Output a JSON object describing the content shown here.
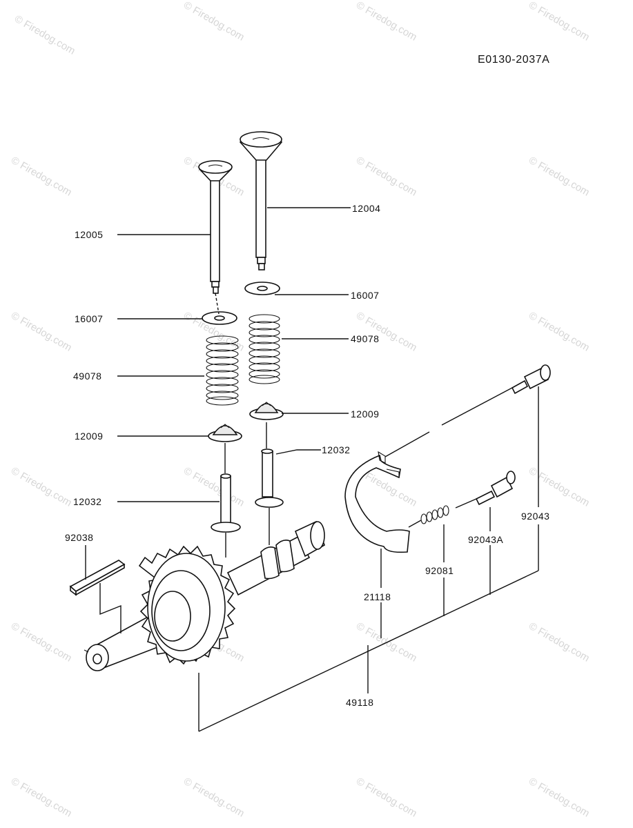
{
  "diagram_code": "E0130-2037A",
  "watermark": "© Firedog.com",
  "parts": {
    "p12005": "12005",
    "p12004": "12004",
    "p16007_right": "16007",
    "p16007_left": "16007",
    "p49078_right": "49078",
    "p49078_left": "49078",
    "p12009_right": "12009",
    "p12009_left": "12009",
    "p12032_right": "12032",
    "p12032_left": "12032",
    "p92038": "92038",
    "p92043": "92043",
    "p92043A": "92043A",
    "p92081": "92081",
    "p21118": "21118",
    "p49118": "49118"
  }
}
